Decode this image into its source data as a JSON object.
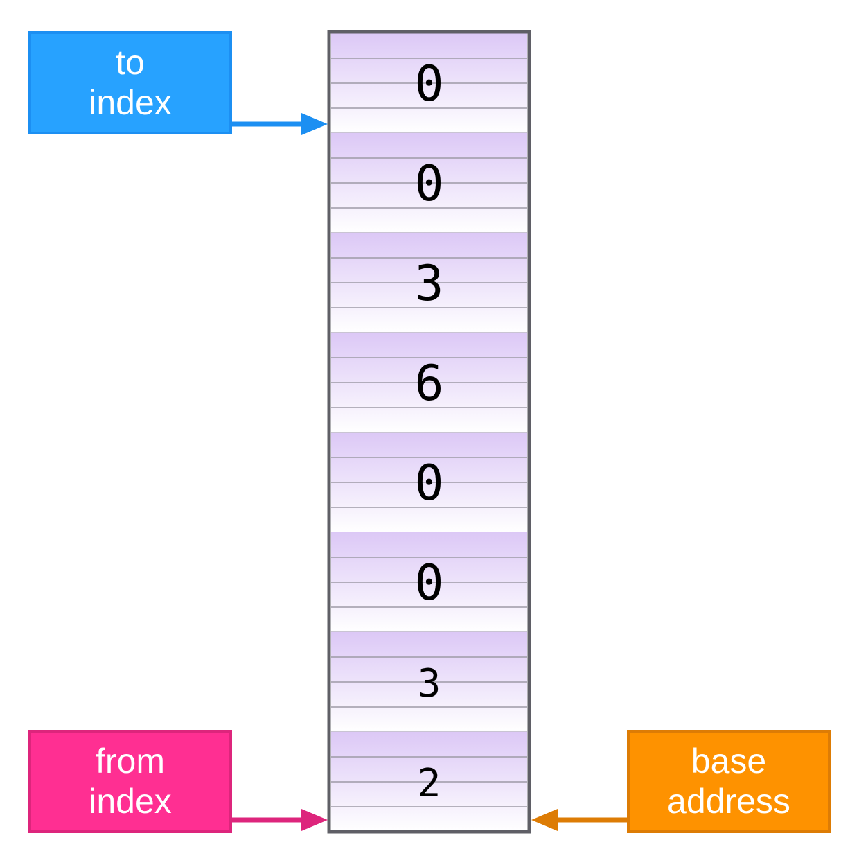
{
  "memory": {
    "cells": [
      "0",
      "0",
      "3",
      "6",
      "0",
      "0",
      "3",
      "2"
    ]
  },
  "labels": {
    "to_index": {
      "line1": "to",
      "line2": "index",
      "color": "#27a2ff"
    },
    "from_index": {
      "line1": "from",
      "line2": "index",
      "color": "#ff2f92"
    },
    "base_address": {
      "line1": "base",
      "line2": "address",
      "color": "#fe9200"
    }
  },
  "colors": {
    "cell_top": "#dcc8f6",
    "cell_bottom": "#ffffff",
    "cell_line": "#9d9aa6",
    "stack_border": "#5f5f66"
  }
}
